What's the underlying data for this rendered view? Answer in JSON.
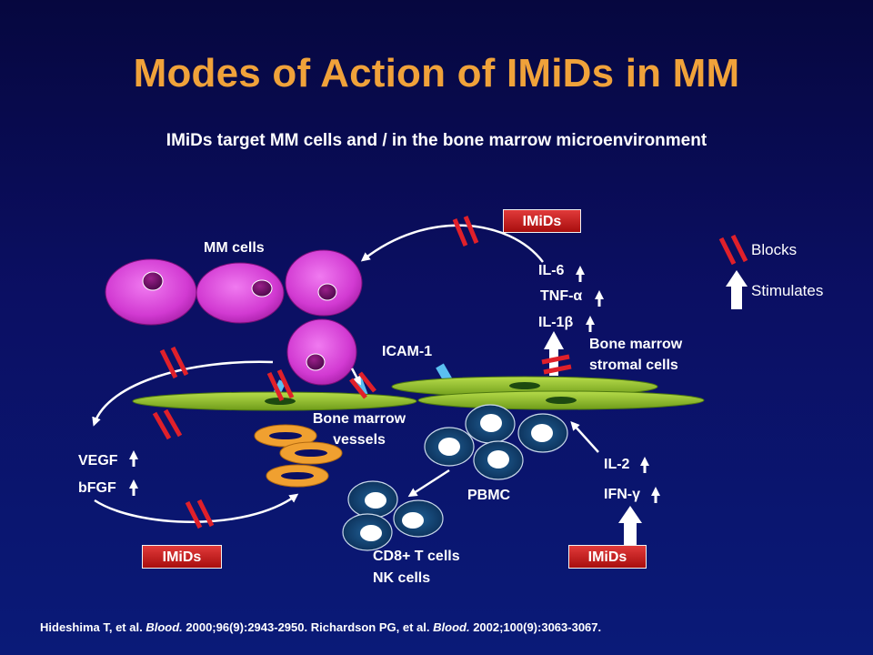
{
  "title": "Modes of Action of IMiDs in MM",
  "subtitle": "IMiDs target MM cells and / in the bone marrow microenvironment",
  "labels": {
    "mm_cells": "MM cells",
    "icam1": "ICAM-1",
    "il6": "IL-6",
    "tnfa": "TNF-α",
    "il1b": "IL-1β",
    "stromal_line1": "Bone marrow",
    "stromal_line2": "stromal cells",
    "vessels_line1": "Bone marrow",
    "vessels_line2": "vessels",
    "vegf": "VEGF",
    "bfgf": "bFGF",
    "pbmc": "PBMC",
    "il2": "IL-2",
    "ifng": "IFN-γ",
    "cd8": "CD8+ T cells",
    "nk": "NK cells",
    "imids_top": "IMiDs",
    "imids_bottom_left": "IMiDs",
    "imids_bottom_right": "IMiDs"
  },
  "legend": {
    "blocks": "Blocks",
    "stimulates": "Stimulates"
  },
  "colors": {
    "title": "#f0a23a",
    "block_red": "#e0202a",
    "mm_cell": "#d63fd6",
    "stroma": "#8fbf2a",
    "vessel": "#f0a030",
    "lymphocyte": "#0e3a6a",
    "icam": "#5bc0f0"
  },
  "footer": {
    "ref1_authors": "Hideshima T, et al.",
    "ref1_journal": "Blood.",
    "ref1_detail": "2000;96(9):2943-2950.",
    "ref2_authors": "Richardson PG, et al.",
    "ref2_journal": "Blood.",
    "ref2_detail": "2002;100(9):3063-3067."
  }
}
